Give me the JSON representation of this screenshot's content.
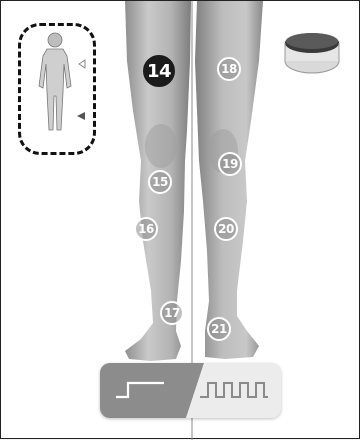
{
  "points": [
    {
      "label": "14",
      "active": true
    },
    {
      "label": "15",
      "active": false
    },
    {
      "label": "16",
      "active": false
    },
    {
      "label": "17",
      "active": false
    },
    {
      "label": "18",
      "active": false
    },
    {
      "label": "19",
      "active": false
    },
    {
      "label": "20",
      "active": false
    },
    {
      "label": "21",
      "active": false
    }
  ],
  "mode_toggle": {
    "options": [
      "continuous-wave",
      "pulse-wave"
    ],
    "selected": "continuous-wave"
  },
  "colors": {
    "active_point": "#1b1b1b",
    "selected_mode": "#8c8c8c",
    "skin": "#b9b9b9"
  }
}
